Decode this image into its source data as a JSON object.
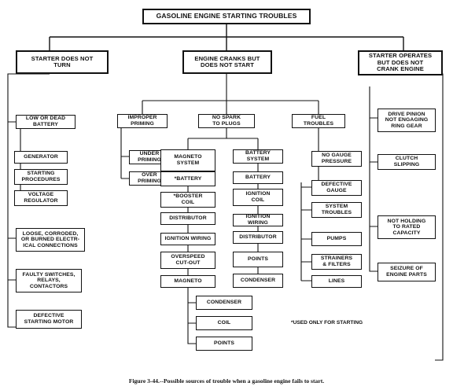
{
  "title": "GASOLINE ENGINE STARTING TROUBLES",
  "branches": {
    "starter_not_turn": "STARTER DOES NOT\nTURN",
    "cranks_not_start": "ENGINE CRANKS BUT\nDOES NOT START",
    "starter_no_crank": "STARTER OPERATES\nBUT DOES NOT\nCRANK ENGINE"
  },
  "starter_not_turn": {
    "low_dead_battery": "LOW OR DEAD\nBATTERY",
    "generator": "GENERATOR",
    "starting_procedures": "STARTING\nPROCEDURES",
    "voltage_regulator": "VOLTAGE\nREGULATOR",
    "loose_connections": "LOOSE, CORRODED,\nOR BURNED ELECTR-\nICAL CONNECTIONS",
    "faulty_switches": "FAULTY SWITCHES,\nRELAYS,\nCONTACTORS",
    "defective_motor": "DEFECTIVE\nSTARTING MOTOR"
  },
  "cranks_not_start": {
    "improper_priming": "IMPROPER\nPRIMING",
    "under_priming": "UNDER\nPRIMING",
    "over_priming": "OVER\nPRIMING",
    "no_spark": "NO SPARK\nTO PLUGS",
    "magneto_system": "MAGNETO\nSYSTEM",
    "battery_star": "*BATTERY",
    "booster_coil": "*BOOSTER\nCOIL",
    "distributor_m": "DISTRIBUTOR",
    "ignition_wiring_m": "IGNITION WIRING",
    "overspeed_cutout": "OVERSPEED\nCUT-OUT",
    "magneto": "MAGNETO",
    "condenser_m": "CONDENSER",
    "coil": "COIL",
    "points_m": "POINTS",
    "battery_system": "BATTERY\nSYSTEM",
    "battery": "BATTERY",
    "ignition_coil": "IGNITION\nCOIL",
    "ignition_wiring_b": "IGNITION WIRING",
    "distributor_b": "DISTRIBUTOR",
    "points_b": "POINTS",
    "condenser_b": "CONDENSER",
    "fuel_troubles": "FUEL\nTROUBLES",
    "no_gauge_pressure": "NO GAUGE\nPRESSURE",
    "defective_gauge": "DEFECTIVE\nGAUGE",
    "system_troubles": "SYSTEM\nTROUBLES",
    "pumps": "PUMPS",
    "strainers_filters": "STRAINERS\n& FILTERS",
    "lines": "LINES"
  },
  "starter_no_crank": {
    "drive_pinion": "DRIVE PINION\nNOT ENGAGING\nRING GEAR",
    "clutch_slipping": "CLUTCH\nSLIPPING",
    "not_holding_capacity": "NOT HOLDING\nTO RATED\nCAPACITY",
    "seizure_engine_parts": "SEIZURE OF\nENGINE PARTS"
  },
  "footnote": "*USED ONLY FOR STARTING",
  "caption": "Figure 3-44.--Possible sources of trouble when a gasoline engine fails to start."
}
